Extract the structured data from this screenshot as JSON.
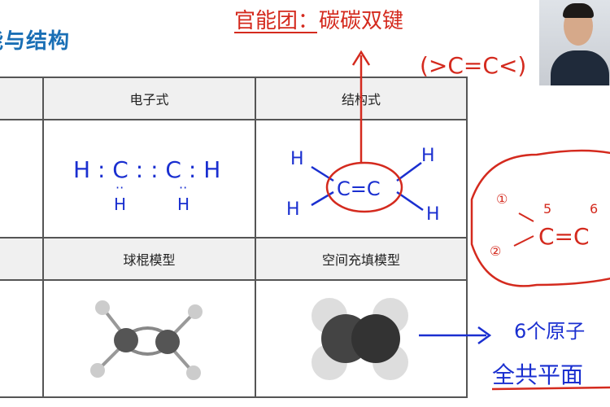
{
  "slide": {
    "title": "能与结构",
    "table": {
      "headers_row1": [
        "",
        "电子式",
        "结构式"
      ],
      "headers_row2": [
        "",
        "球棍模型",
        "空间充填模型"
      ],
      "electron_formula": {
        "top": "H : C : : C : H",
        "bottom_left": "H",
        "bottom_right": "H",
        "dots": "··"
      },
      "structural_formula": {
        "center": "C=C",
        "h": "H"
      }
    }
  },
  "annotations": {
    "functional_group": "官能团：碳碳双键",
    "bond_symbol": "(>C=C<)",
    "atom_labels": [
      "①",
      "②",
      "5",
      "6"
    ],
    "c_double_bond": "C=C",
    "coplanar_line1": "6个原子",
    "coplanar_line2": "全共平面",
    "colors": {
      "red_ink": "#d42a1e",
      "blue_ink": "#1a2fd0",
      "title_blue": "#1a6fb5"
    }
  }
}
